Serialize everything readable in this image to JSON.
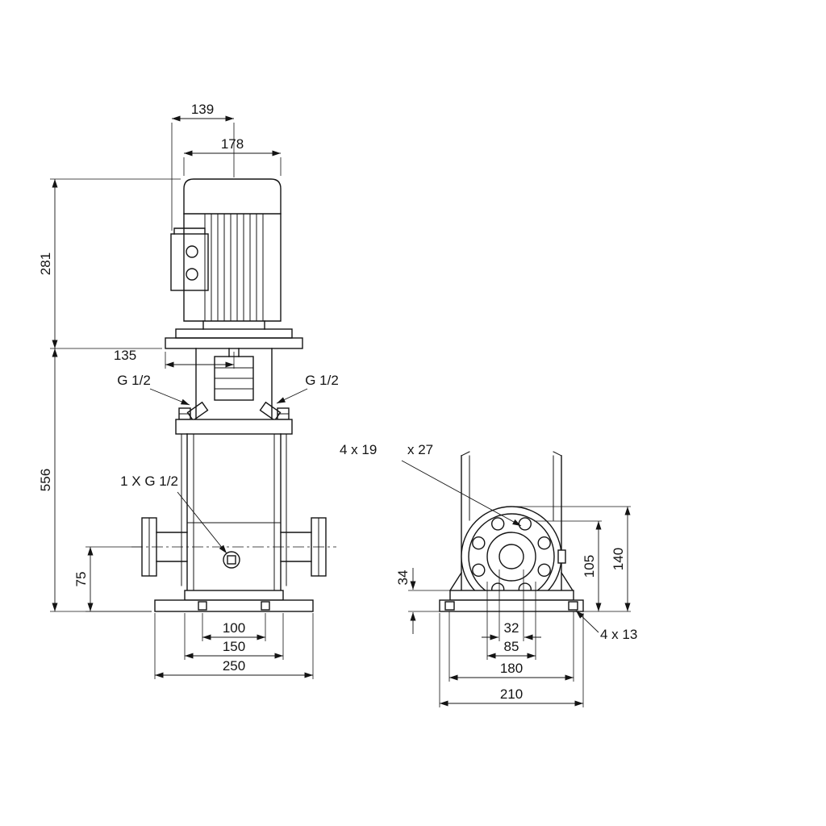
{
  "front_view": {
    "dims": {
      "h139": "139",
      "h178": "178",
      "v281": "281",
      "h135": "135",
      "v556": "556",
      "v75": "75",
      "h100": "100",
      "h150": "150",
      "h250": "250"
    },
    "labels": {
      "plug_left": "G 1/2",
      "plug_right": "G 1/2",
      "drain": "1 X G 1/2"
    }
  },
  "side_view": {
    "dims": {
      "v34": "34",
      "v105": "105",
      "v140": "140",
      "h32": "32",
      "h85": "85",
      "h180": "180",
      "h210": "210"
    },
    "labels": {
      "flange_holes": "4 x 19",
      "flange_holes_depth": "x 27",
      "base_holes": "4  x 13"
    }
  }
}
